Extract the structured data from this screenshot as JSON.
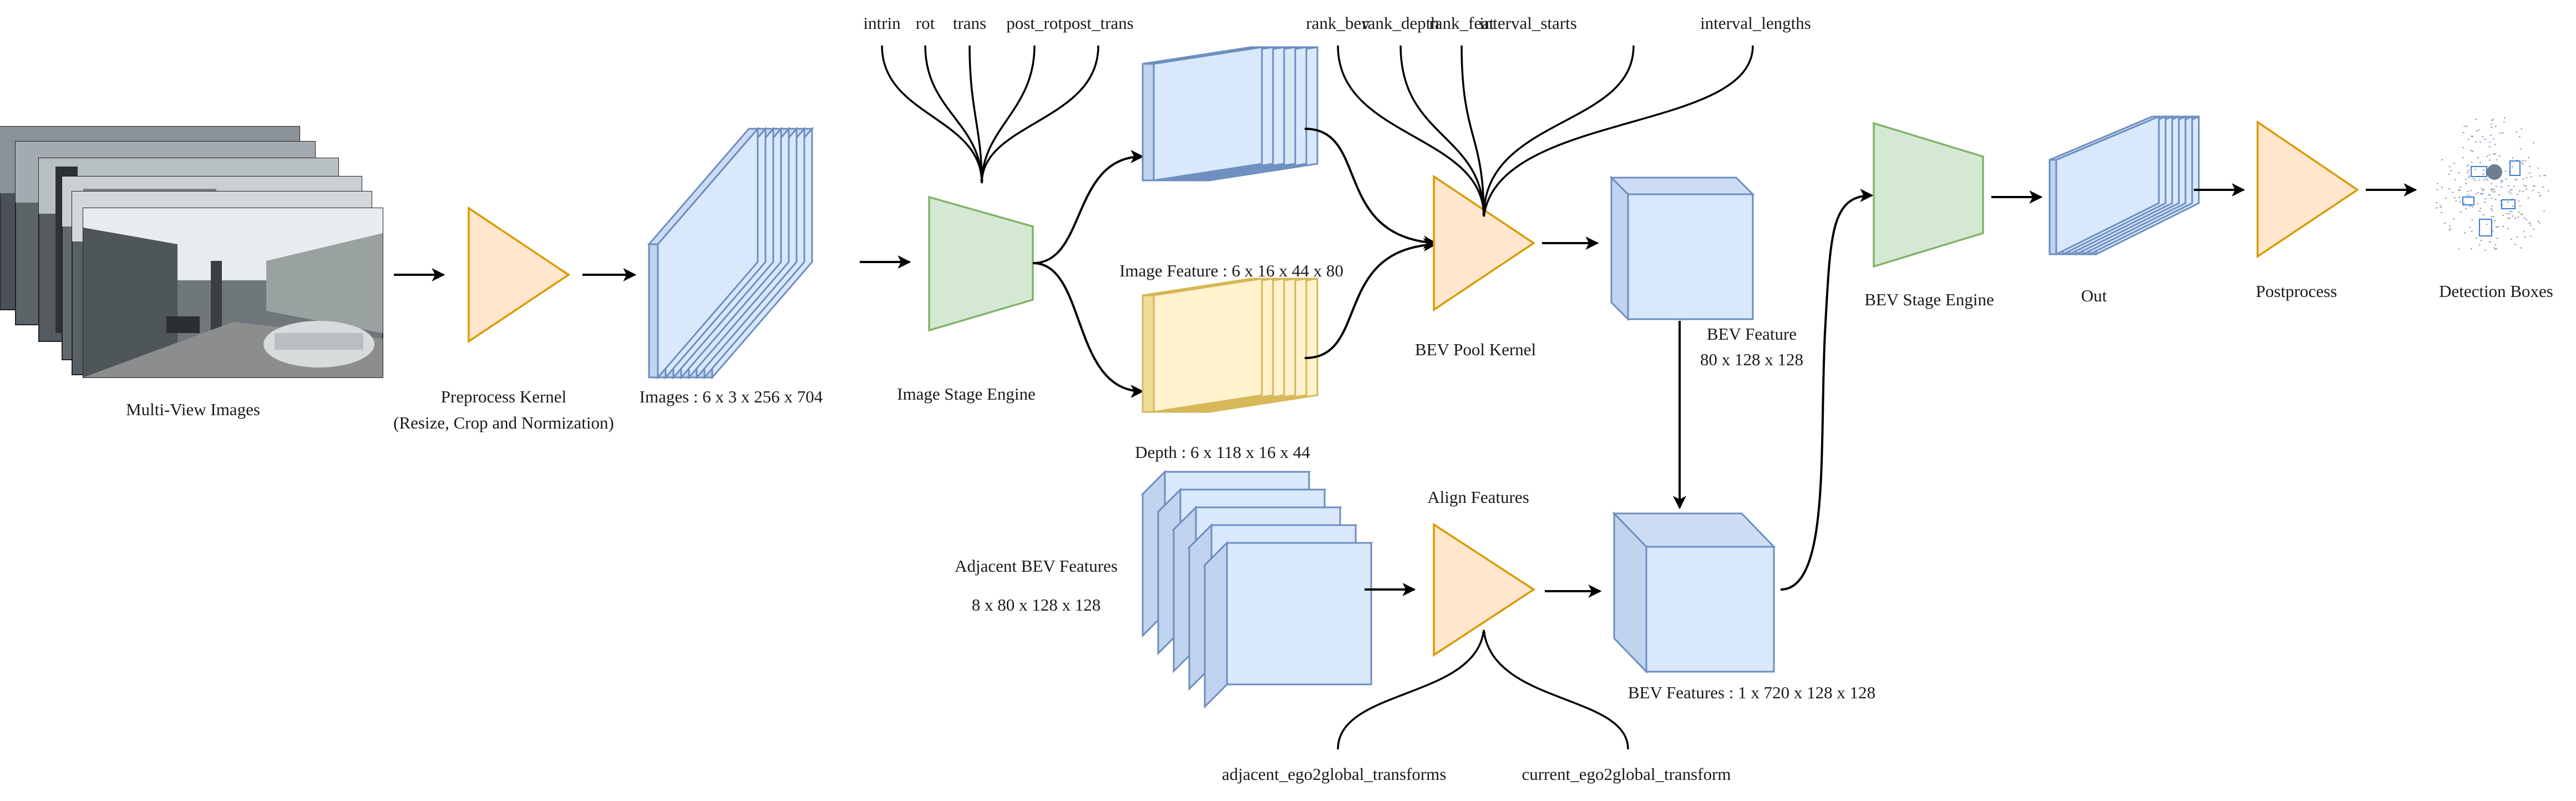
{
  "labels": {
    "multi_view_images": "Multi-View Images",
    "preprocess_kernel": "Preprocess Kernel",
    "preprocess_detail": "(Resize, Crop and Normization)",
    "images": "Images : 6 x 3 x 256 x 704",
    "image_stage_engine": "Image Stage Engine",
    "image_feature": "Image Feature : 6 x 16 x 44 x 80",
    "depth": "Depth : 6 x 118 x 16 x 44",
    "bev_pool_kernel": "BEV Pool Kernel",
    "bev_feature": "BEV Feature",
    "bev_feature_dims": "80 x 128 x 128",
    "align_features": "Align Features",
    "adjacent_bev_features": "Adjacent BEV Features",
    "adjacent_bev_dims": "8 x 80 x 128 x 128",
    "bev_features": "BEV Features : 1 x 720 x 128 x 128",
    "bev_stage_engine": "BEV Stage Engine",
    "out": "Out",
    "postprocess": "Postprocess",
    "detection_boxes": "Detection Boxes"
  },
  "camera_params": [
    "intrin",
    "rot",
    "trans",
    "post_rot",
    "post_trans"
  ],
  "pool_params": [
    "rank_bev",
    "rank_depth",
    "rank_feat",
    "interval_starts",
    "interval_lengths"
  ],
  "align_params": [
    "adjacent_ego2global_transforms",
    "current_ego2global_transform"
  ],
  "colors": {
    "feature_fill": "#dae8fc",
    "feature_stroke": "#6c8ebf",
    "depth_fill": "#fff2cc",
    "depth_stroke": "#d6b656",
    "kernel_fill": "#ffe6cc",
    "kernel_stroke": "#d79b00",
    "engine_fill": "#d5e8d4",
    "engine_stroke": "#82b366"
  }
}
